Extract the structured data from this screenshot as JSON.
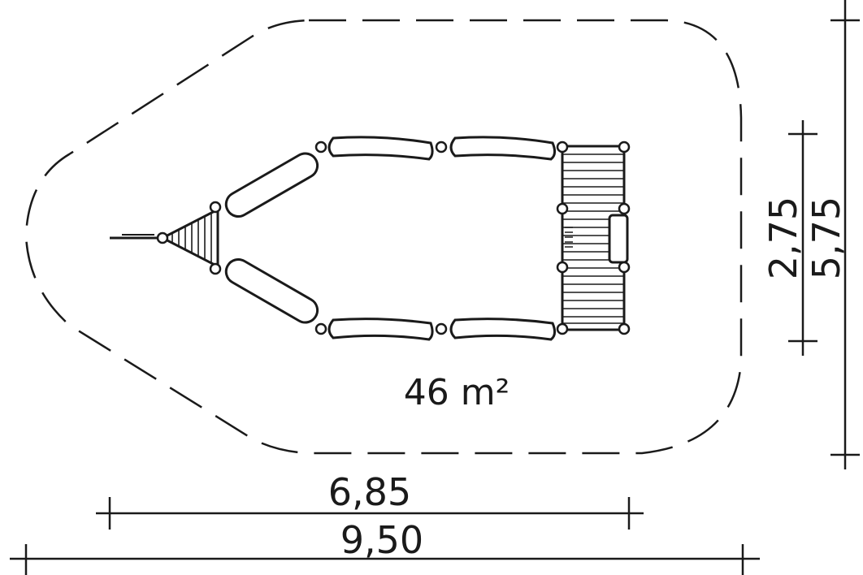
{
  "diagram": {
    "area_label": "46 m²",
    "dimensions": {
      "inner_length": "6,85",
      "outer_length": "9,50",
      "inner_width": "2,75",
      "outer_width": "5,75"
    },
    "colors": {
      "stroke": "#1a1a1a",
      "background": "#ffffff"
    }
  }
}
